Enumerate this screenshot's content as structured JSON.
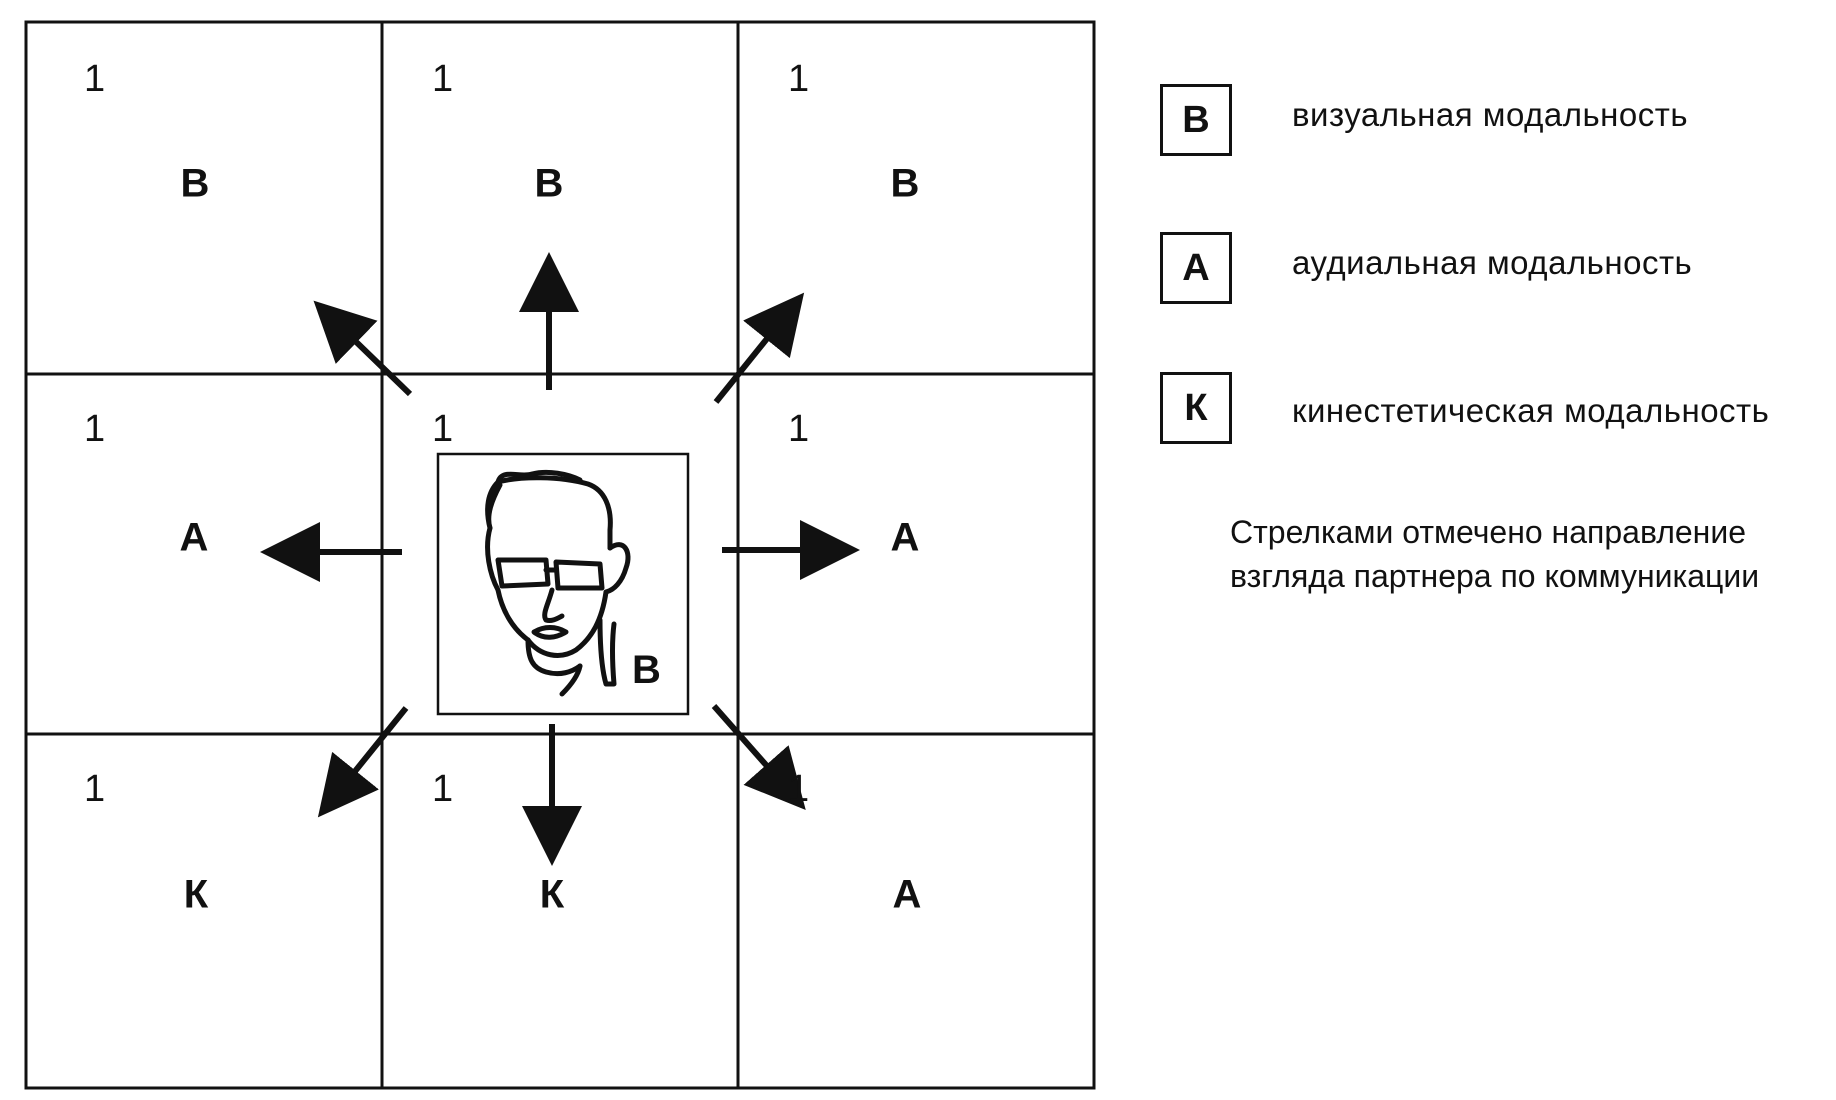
{
  "cells": [
    {
      "id": "top-left",
      "number": "1",
      "letter": "В"
    },
    {
      "id": "top-center",
      "number": "1",
      "letter": "В"
    },
    {
      "id": "top-right",
      "number": "1",
      "letter": "В"
    },
    {
      "id": "middle-left",
      "number": "1",
      "letter": "А"
    },
    {
      "id": "middle-center",
      "number": "1",
      "letter": "В"
    },
    {
      "id": "middle-right",
      "number": "1",
      "letter": "А"
    },
    {
      "id": "bottom-left",
      "number": "1",
      "letter": "К"
    },
    {
      "id": "bottom-center",
      "number": "1",
      "letter": "К"
    },
    {
      "id": "bottom-right",
      "number": "1",
      "letter": "А"
    }
  ],
  "legend": [
    {
      "symbol": "В",
      "label": "визуальная  модальность"
    },
    {
      "symbol": "А",
      "label": "аудиальная  модальность"
    },
    {
      "symbol": "К",
      "label": "кинестетическая модальность"
    }
  ],
  "note": {
    "line1": "Стрелками  отмечено  направление",
    "line2": "взгляда партнера по коммуникации"
  },
  "center_face_icon": "face-with-glasses-icon",
  "colors": {
    "ink": "#111111",
    "background": "#ffffff"
  }
}
